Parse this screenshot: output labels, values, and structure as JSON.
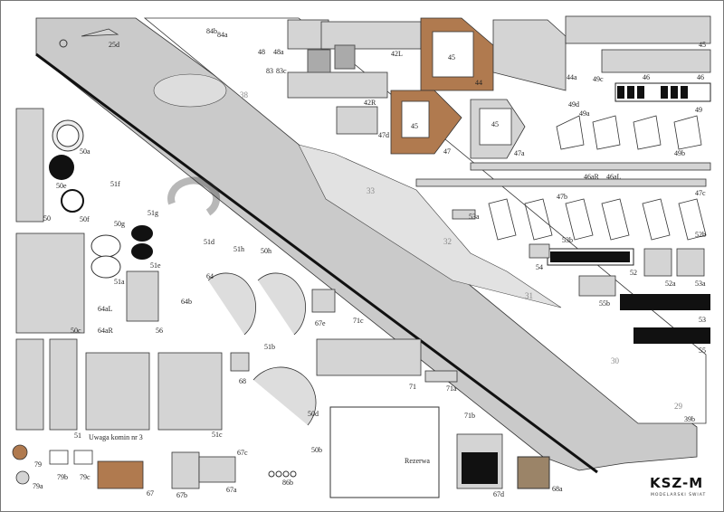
{
  "sheet": {
    "brand": "KSZ-M",
    "brand_sub": "MODELARSKI ŚWIAT",
    "note": "Uwaga komin nr 3",
    "reserve_label": "Rezerwa",
    "colors": {
      "hull": "#c8c8c8",
      "parts": "#d4d4d4",
      "brown": "#b07a4f",
      "outline": "#333333"
    }
  },
  "hull_labels": [
    "38",
    "33",
    "32",
    "31",
    "30",
    "29"
  ],
  "part_labels": {
    "p25d": "25d",
    "p84b": "84b",
    "p84a": "84a",
    "p48": "48",
    "p48a": "48a",
    "p83": "83",
    "p83c": "83c",
    "p42L": "42L",
    "p42R": "42R",
    "p45a": "45",
    "p45b": "45",
    "p45c": "45",
    "p45d": "45",
    "p44": "44",
    "p46a": "46",
    "p46b": "46",
    "p49c": "49c",
    "p44a": "44a",
    "p49d": "49d",
    "p49a": "49a",
    "p49": "49",
    "p49b": "49b",
    "p47d": "47d",
    "p47": "47",
    "p47a": "47a",
    "p46aR": "46aR",
    "p46aL": "46aL",
    "p47b": "47b",
    "p47c": "47c",
    "p39b": "39b",
    "p50": "50",
    "p50a": "50a",
    "p50e": "50e",
    "p50f": "50f",
    "p51f": "51f",
    "p50g": "50g",
    "p51g": "51g",
    "p51d": "51d",
    "p51h": "51h",
    "p50h": "50h",
    "p53a": "53a",
    "p53b": "53b",
    "p52b": "52b",
    "p54": "54",
    "p52": "52",
    "p52a": "52a",
    "p53a2": "53a",
    "p55b": "55b",
    "p53": "53",
    "p55": "55",
    "p51e": "51e",
    "p51a": "51a",
    "p64": "64",
    "p64b": "64b",
    "p64aL": "64aL",
    "p64aR": "64aR",
    "p56": "56",
    "p50c": "50c",
    "p67e": "67e",
    "p71c": "71c",
    "p51b": "51b",
    "p68": "68",
    "p71": "71",
    "p71a": "71a",
    "p71b": "71b",
    "p50d": "50d",
    "p50b": "50b",
    "p51c": "51c",
    "p67c": "67c",
    "p51": "51",
    "p79": "79",
    "p79a": "79a",
    "p79b": "79b",
    "p79c": "79c",
    "p67": "67",
    "p67b": "67b",
    "p67a": "67a",
    "p86b": "86b",
    "p67d": "67d",
    "p68a": "68a"
  }
}
